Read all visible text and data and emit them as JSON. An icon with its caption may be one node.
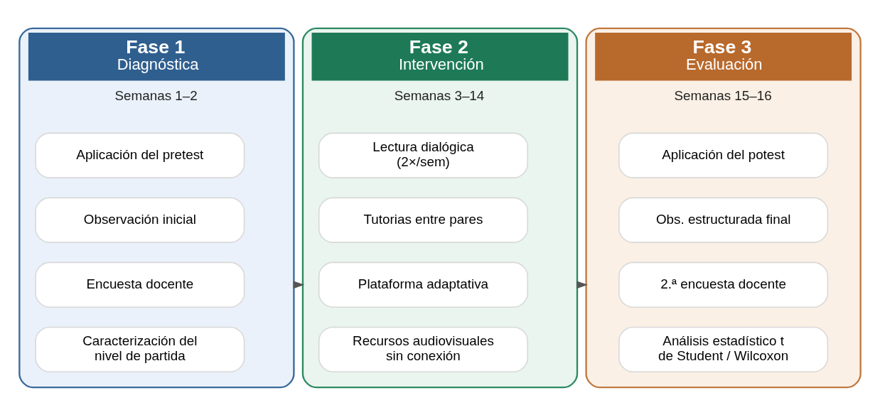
{
  "diagram": {
    "nodes": [
      {
        "text": [
          "Fase 1",
          "Diagnóstica",
          "Semanas 1–2"
        ]
      },
      {
        "text": [
          "Aplicación del pretest"
        ],
        "in": 0
      },
      {
        "text": [
          "Observación inicial"
        ],
        "in": 0
      },
      {
        "text": [
          "Encuesta docente"
        ],
        "in": 0
      },
      {
        "text": [
          "Caracterización del nivel de partida"
        ],
        "in": 0
      },
      {
        "text": [
          "Fase 2",
          "Intervención",
          "Semanas 3–14"
        ]
      },
      {
        "text": [
          "Lectura dialógica (2×/sem)"
        ],
        "in": 5
      },
      {
        "text": [
          "Tutorias entre pares"
        ],
        "in": 5
      },
      {
        "text": [
          "Plataforma adaptativa"
        ],
        "in": 5
      },
      {
        "text": [
          "Recursos audiovisuales sin conexión"
        ],
        "in": 5
      },
      {
        "text": [
          "Fase 3",
          "Evaluación",
          "Semanas 15–16"
        ]
      },
      {
        "text": [
          "Aplicación del potest"
        ],
        "in": 10
      },
      {
        "text": [
          "Obs. estructurada final"
        ],
        "in": 10
      },
      {
        "text": [
          "2.ª encuesta docente"
        ],
        "in": 10
      },
      {
        "text": [
          "Análisis estadístico t de Student / Wilcoxon"
        ],
        "in": 10
      }
    ],
    "edges": [
      {
        "from": 0,
        "to": 5,
        "arrow": "to"
      },
      {
        "from": 5,
        "to": 10,
        "arrow": "to"
      }
    ]
  }
}
